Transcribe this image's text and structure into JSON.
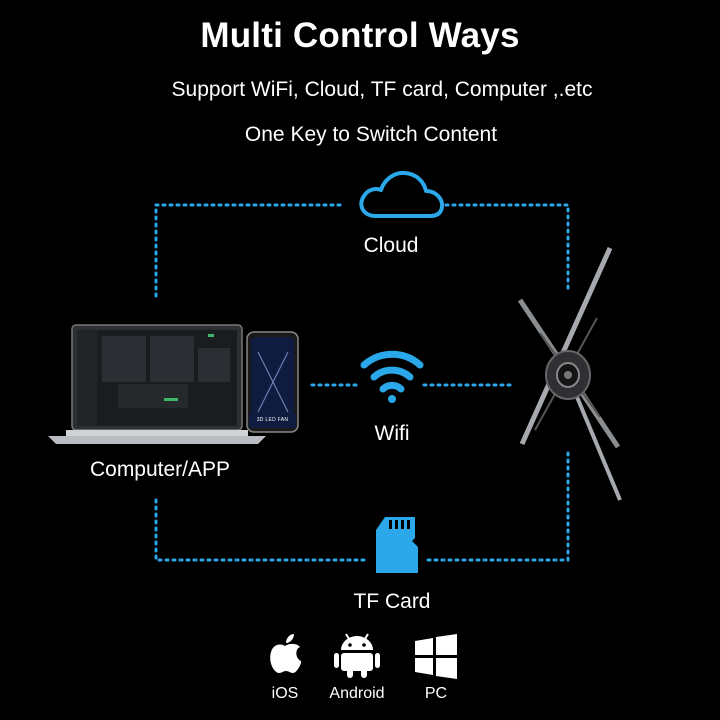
{
  "header": {
    "title": "Multi Control Ways",
    "subtitle": "Support WiFi, Cloud, TF card, Computer ,.etc",
    "tagline": "One Key to Switch Content"
  },
  "nodes": {
    "cloud": "Cloud",
    "wifi": "Wifi",
    "tf_card": "TF Card",
    "computer": "Computer/APP"
  },
  "phone_label": "3D LED FAN",
  "platforms": [
    {
      "label": "iOS",
      "icon": "apple-icon"
    },
    {
      "label": "Android",
      "icon": "android-icon"
    },
    {
      "label": "PC",
      "icon": "windows-icon"
    }
  ],
  "colors": {
    "accent": "#2aa8ea",
    "background": "#000000",
    "text": "#ffffff"
  }
}
